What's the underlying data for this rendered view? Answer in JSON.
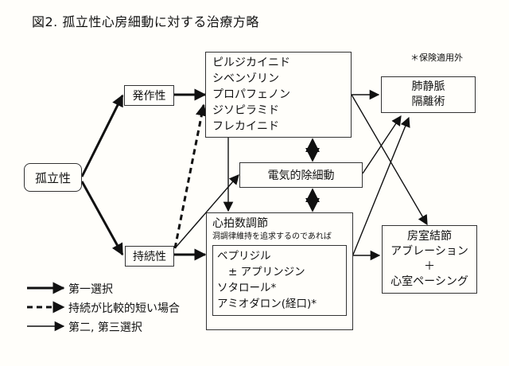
{
  "title": "図2. 孤立性心房細動に対する治療方略",
  "note": "＊保険適用外",
  "nodes": {
    "isolated": "孤立性",
    "paroxysmal": "発作性",
    "persistent": "持続性",
    "antiarrhythmics": [
      "ピルジカイニド",
      "シベンゾリン",
      "プロパフェノン",
      "ジソピラミド",
      "フレカイニド"
    ],
    "cardioversion": "電気的除細動",
    "rate_control": {
      "heading": "心拍数調節",
      "subheading": "洞調律維持を追求するのであれば",
      "drugs": [
        "ベプリジル",
        "± アプリンジン",
        "ソタロール*",
        "アミオダロン(経口)*"
      ]
    },
    "pvi": [
      "肺静脈",
      "隔離術"
    ],
    "av_node": [
      "房室結節",
      "アブレーション",
      "＋",
      "心室ペーシング"
    ]
  },
  "legend": [
    {
      "style": "thick",
      "label": "第一選択"
    },
    {
      "style": "dashed",
      "label": "持続が比較的短い場合"
    },
    {
      "style": "thin",
      "label": "第二, 第三選択"
    }
  ]
}
